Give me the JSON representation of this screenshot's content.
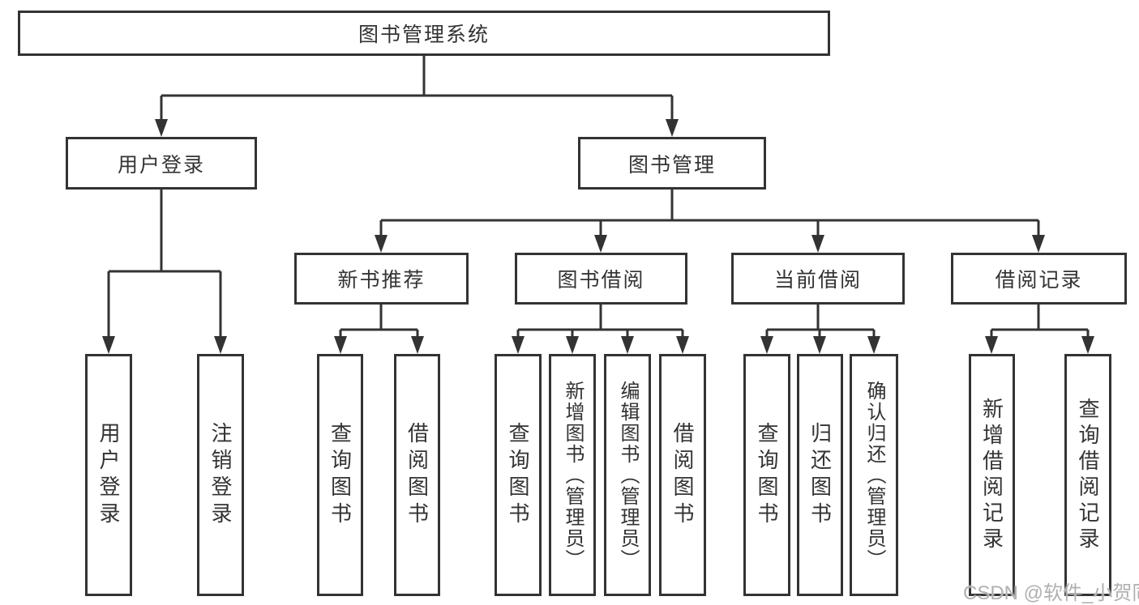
{
  "diagram": {
    "type": "feature-tree",
    "root": "图书管理系统",
    "branches": {
      "user": "用户登录",
      "books": "图书管理"
    },
    "modules": {
      "new_books": "新书推荐",
      "borrow": "图书借阅",
      "current": "当前借阅",
      "records": "借阅记录"
    },
    "leaves": [
      "用户登录",
      "注销登录",
      "查询图书",
      "借阅图书",
      "查询图书",
      "新增图书（管理员）",
      "编辑图书（管理员）",
      "借阅图书",
      "查询图书",
      "归还图书",
      "确认归还（管理员）",
      "新增借阅记录",
      "查询借阅记录"
    ],
    "hierarchy": {
      "图书管理系统": [
        "用户登录",
        "图书管理"
      ],
      "用户登录": [
        "用户登录",
        "注销登录"
      ],
      "图书管理": [
        "新书推荐",
        "图书借阅",
        "当前借阅",
        "借阅记录"
      ],
      "新书推荐": [
        "查询图书",
        "借阅图书"
      ],
      "图书借阅": [
        "查询图书",
        "新增图书（管理员）",
        "编辑图书（管理员）",
        "借阅图书"
      ],
      "当前借阅": [
        "查询图书",
        "归还图书",
        "确认归还（管理员）"
      ],
      "借阅记录": [
        "新增借阅记录",
        "查询借阅记录"
      ]
    }
  },
  "watermark": "CSDN @软件_小贺同学",
  "colors": {
    "line": "#333333",
    "box_border": "#333333",
    "text": "#333333",
    "watermark": "#b0b0b0",
    "background": "#ffffff"
  }
}
